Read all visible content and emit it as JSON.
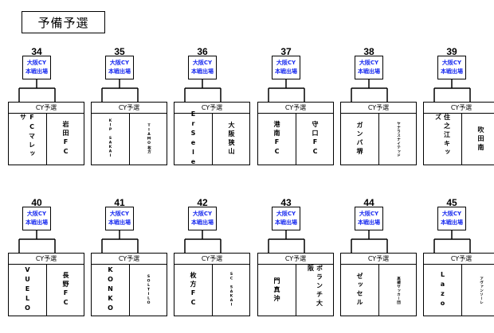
{
  "title": "予備予選",
  "qualifier_label": "CY予選",
  "badge": {
    "line1": "大阪CY",
    "line2": "本戦出場",
    "color": "#1a2cf0"
  },
  "matches": [
    {
      "num": "34",
      "left": "FCマレッサ",
      "right": "岩田FC",
      "left_small": false,
      "right_small": false
    },
    {
      "num": "35",
      "left": "KIP SAKAI",
      "right": "TIAMO枚方",
      "left_small": true,
      "right_small": true
    },
    {
      "num": "36",
      "left": "ErSele",
      "right": "大阪狭山",
      "left_small": false,
      "right_small": false
    },
    {
      "num": "37",
      "left": "港南FC",
      "right": "守口FC",
      "left_small": false,
      "right_small": false
    },
    {
      "num": "38",
      "left": "ガンバ堺",
      "right": "ヤナラスナイテッド",
      "left_small": false,
      "right_small": true
    },
    {
      "num": "39",
      "left": "住之江キッズ",
      "right": "吹田南",
      "left_small": false,
      "right_small": false
    },
    {
      "num": "40",
      "left": "VUELO",
      "right": "長野FC",
      "left_small": false,
      "right_small": false
    },
    {
      "num": "41",
      "left": "KONKO",
      "right": "SOLTILO",
      "left_small": false,
      "right_small": true
    },
    {
      "num": "42",
      "left": "枚方FC",
      "right": "SC SAKAI",
      "left_small": false,
      "right_small": true
    },
    {
      "num": "43",
      "left": "門真沖",
      "right": "ボランチ大阪",
      "left_small": false,
      "right_small": false
    },
    {
      "num": "44",
      "left": "ゼッセル",
      "right": "高槻サッカー団",
      "left_small": false,
      "right_small": true
    },
    {
      "num": "45",
      "left": "Lazo",
      "right": "アヴァンソーレ",
      "left_small": false,
      "right_small": true
    }
  ]
}
